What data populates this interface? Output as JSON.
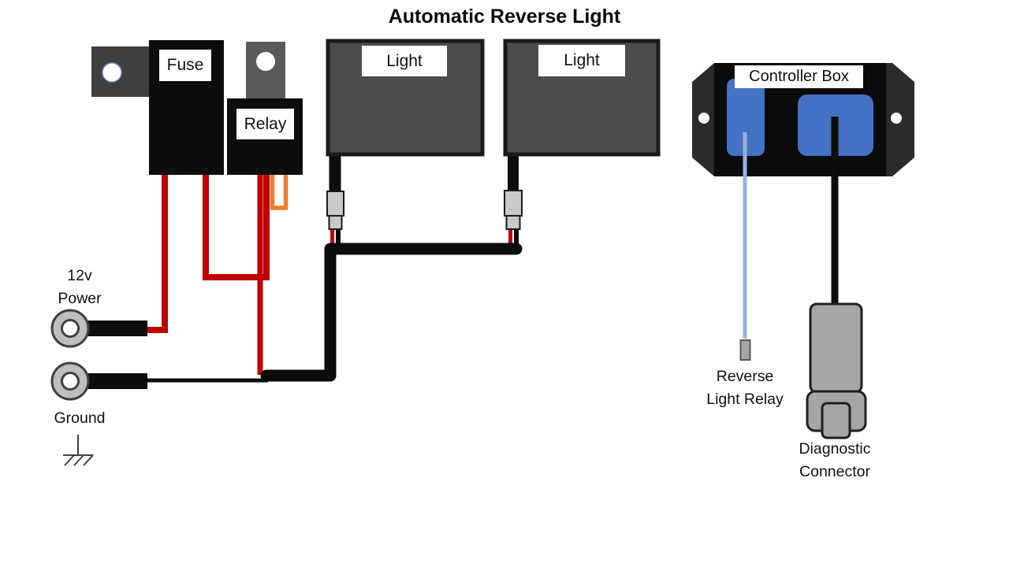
{
  "title": "Automatic Reverse Light",
  "colors": {
    "wire_red": "#C00000",
    "wire_orange": "#ED7D31",
    "wire_black": "#0D0D0D",
    "wire_lightblue": "#9BB0E0",
    "connector_blue": "#4472C4",
    "connector_gray": "#C9C9C9",
    "plug_gray": "#A6A6A6"
  },
  "components": {
    "fuse": {
      "label": "Fuse"
    },
    "relay": {
      "label": "Relay"
    },
    "light_left": {
      "label": "Light"
    },
    "light_right": {
      "label": "Light"
    },
    "controller_box": {
      "label": "Controller Box"
    },
    "power": {
      "line1": "12v",
      "line2": "Power"
    },
    "ground": {
      "label": "Ground"
    },
    "reverse_light_relay": {
      "line1": "Reverse",
      "line2": "Light Relay"
    },
    "diagnostic_connector": {
      "line1": "Diagnostic",
      "line2": "Connector"
    }
  }
}
